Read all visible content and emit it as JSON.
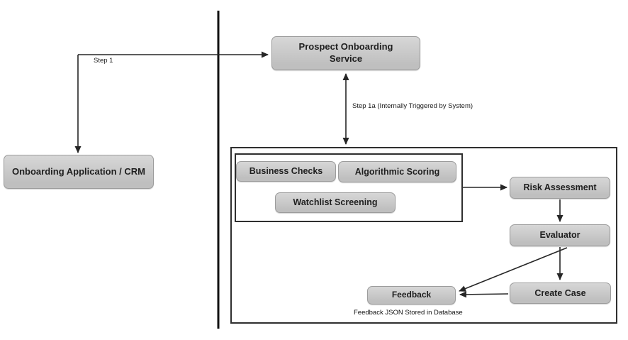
{
  "nodes": {
    "onboarding_crm": {
      "label": "Onboarding Application / CRM"
    },
    "prospect_service": {
      "label": "Prospect Onboarding Service"
    },
    "business_checks": {
      "label": "Business Checks"
    },
    "algorithmic_scoring": {
      "label": "Algorithmic Scoring"
    },
    "watchlist_screening": {
      "label": "Watchlist Screening"
    },
    "risk_assessment": {
      "label": "Risk Assessment"
    },
    "evaluator": {
      "label": "Evaluator"
    },
    "create_case": {
      "label": "Create Case"
    },
    "feedback": {
      "label": "Feedback"
    }
  },
  "edge_labels": {
    "step1": "Step 1",
    "step1a": "Step 1a (Internally Triggered by System)"
  },
  "caption": "Feedback JSON Stored in Database",
  "edges": [
    {
      "from": "junction",
      "to": "prospect_service",
      "label": "Step 1",
      "type": "arrow"
    },
    {
      "from": "junction",
      "to": "onboarding_crm",
      "label": "Step 1",
      "type": "arrow"
    },
    {
      "from": "prospect_service",
      "to": "scoring_group",
      "label": "Step 1a (Internally Triggered by System)",
      "type": "double-arrow"
    },
    {
      "from": "checks_group",
      "to": "risk_assessment",
      "type": "arrow"
    },
    {
      "from": "risk_assessment",
      "to": "evaluator",
      "type": "arrow"
    },
    {
      "from": "evaluator",
      "to": "create_case",
      "type": "arrow"
    },
    {
      "from": "evaluator",
      "to": "feedback",
      "type": "arrow"
    },
    {
      "from": "create_case",
      "to": "feedback",
      "type": "arrow"
    }
  ],
  "colors": {
    "node_fill_top": "#d7d7d7",
    "node_fill_bottom": "#bfbfbf",
    "node_border": "#9c9c9c",
    "node_text": "#1f1f1f",
    "line": "#262626",
    "frame_border": "#2f2f2f",
    "divider": "#111111"
  }
}
